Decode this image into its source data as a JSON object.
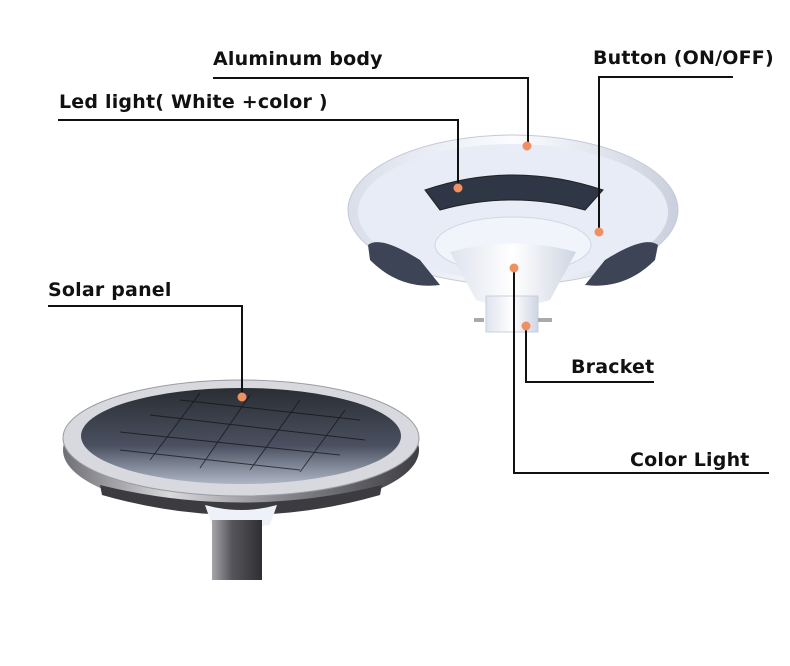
{
  "diagram": {
    "subject": "Solar UFO garden light",
    "callouts": [
      {
        "id": "aluminum-body",
        "label": "Aluminum body"
      },
      {
        "id": "button",
        "label": "Button (ON/OFF)"
      },
      {
        "id": "led-light",
        "label": "Led light( White +color )"
      },
      {
        "id": "solar-panel",
        "label": "Solar panel"
      },
      {
        "id": "bracket",
        "label": "Bracket"
      },
      {
        "id": "color-light",
        "label": "Color Light"
      }
    ],
    "colors": {
      "dot": "#f08f62",
      "line": "#111111",
      "body": "#e9edf7",
      "panel": "#3a4257"
    }
  }
}
